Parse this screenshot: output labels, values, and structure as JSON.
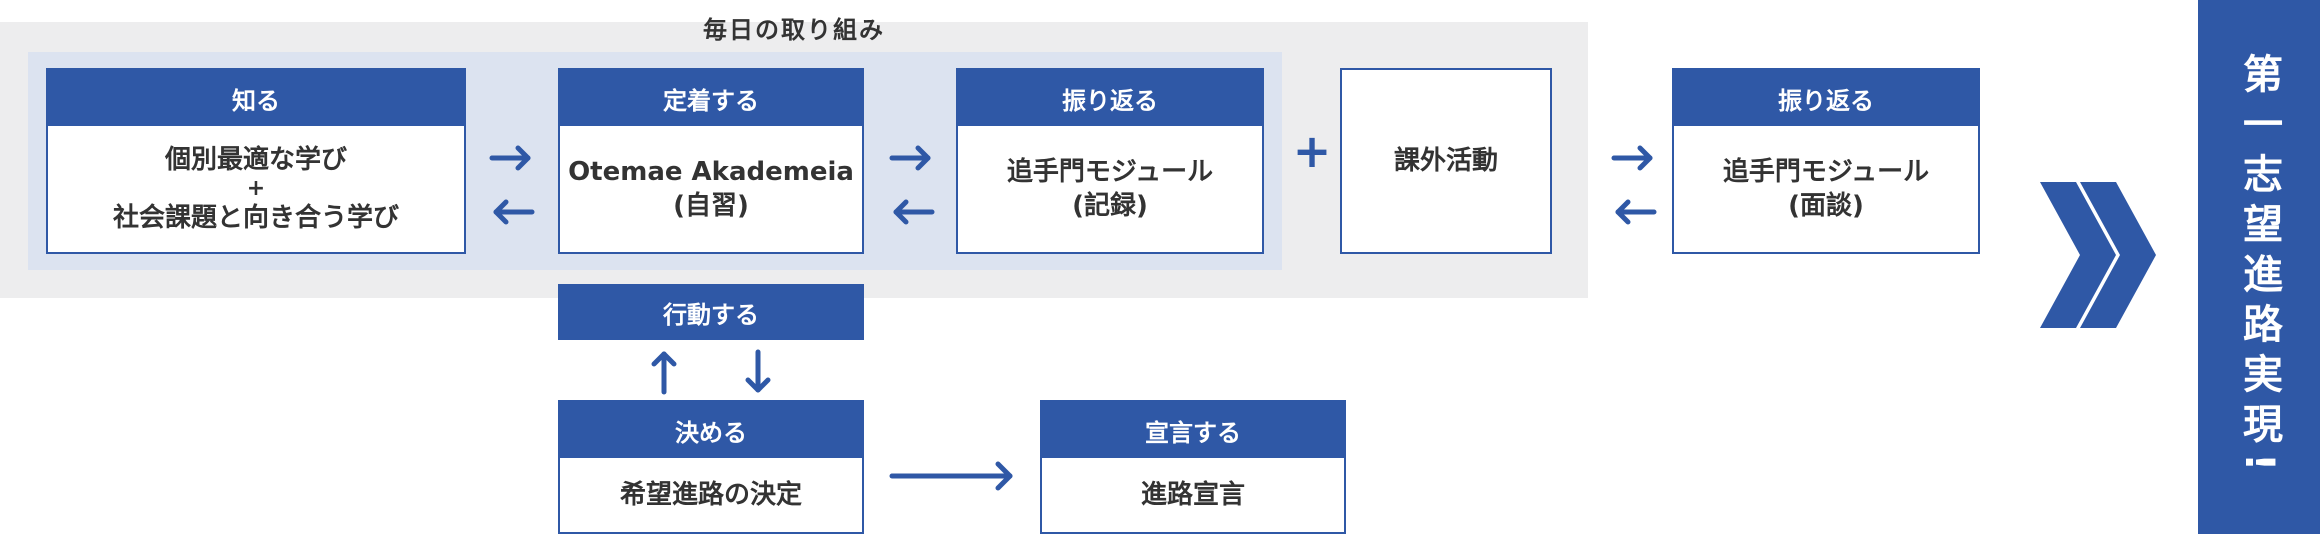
{
  "panel": {
    "title": "毎日の取り組み"
  },
  "cards": {
    "shiru": {
      "header": "知る",
      "line1": "個別最適な学び",
      "line2": "+",
      "line3": "社会課題と向き合う学び"
    },
    "teichaku": {
      "header": "定着する",
      "line1": "Otemae Akademeia",
      "line2": "(自習)"
    },
    "furikaeru_record": {
      "header": "振り返る",
      "line1": "追手門モジュール",
      "line2": "(記録)"
    },
    "extracurricular": {
      "body": "課外活動"
    },
    "furikaeru_interview": {
      "header": "振り返る",
      "line1": "追手門モジュール",
      "line2": "(面談)"
    },
    "kodo": {
      "header": "行動する"
    },
    "kimeru": {
      "header": "決める",
      "body": "希望進路の決定"
    },
    "sengen": {
      "header": "宣言する",
      "body": "進路宣言"
    }
  },
  "connectors": {
    "plus": "+"
  },
  "final_goal": {
    "text": "第一志望進路実現!"
  },
  "colors": {
    "primary": "#2f58a6",
    "panel_gray": "#ededee",
    "panel_light": "#dce3f0"
  }
}
